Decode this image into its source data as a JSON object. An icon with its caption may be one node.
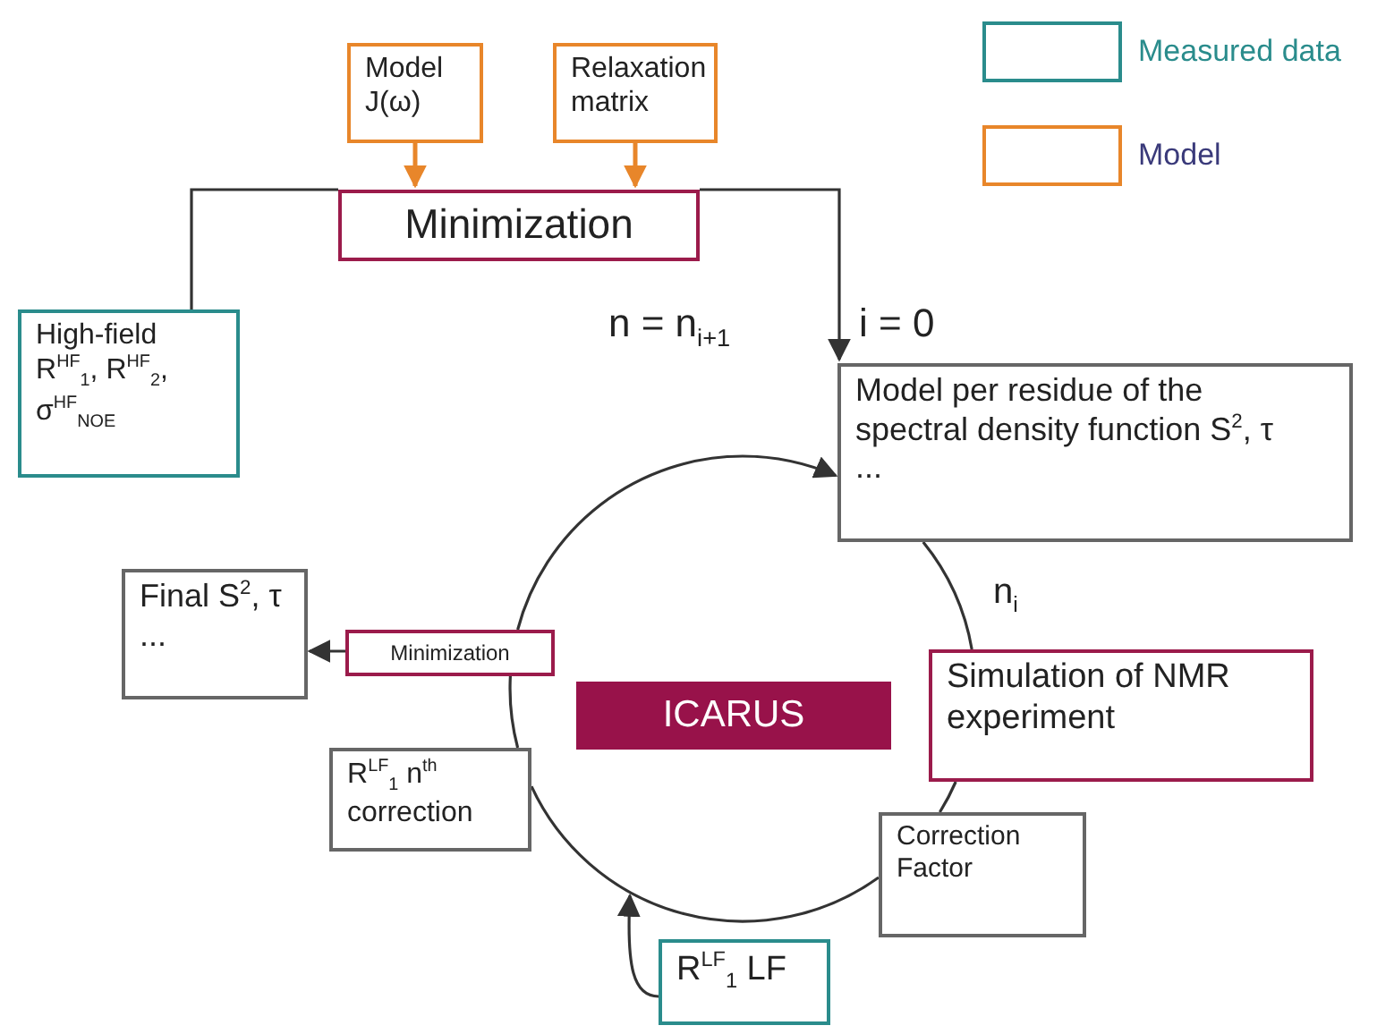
{
  "diagram": {
    "nodes": [
      {
        "text": [
          "Model J(ω)"
        ]
      },
      {
        "text": [
          "Relaxation matrix"
        ]
      },
      {
        "text": [
          "Minimization"
        ]
      },
      {
        "text": [
          "High-field R$^{HF}$$_{1}$, R$^{HF}$$_{2}$, σ$^{HF}$$_{NOE}$"
        ]
      },
      {
        "text": [
          "Model per residue of the spectral density function S$^{2}$, τ ..."
        ]
      },
      {
        "text": [
          "Simulation of NMR experiment"
        ]
      },
      {
        "text": [
          "Correction Factor"
        ]
      },
      {
        "text": [
          "R$^{LF}$$_{1}$ LF"
        ]
      },
      {
        "text": [
          "R$^{LF}$$_{1}$ n$^{th}$ correction"
        ]
      },
      {
        "text": [
          "Minimization"
        ]
      },
      {
        "text": [
          "Final S$^{2}$, τ ..."
        ]
      },
      {
        "text": [
          "ICARUS"
        ]
      }
    ],
    "edges": [
      {
        "from": 0,
        "to": 2,
        "arrow": "to",
        "color": "#e8862a"
      },
      {
        "from": 1,
        "to": 2,
        "arrow": "to",
        "color": "#e8862a"
      },
      {
        "from": 3,
        "to": 2,
        "arrow": "none"
      },
      {
        "from": 2,
        "to": 4,
        "arrow": "to",
        "label": "i = 0"
      },
      {
        "from": 9,
        "to": 4,
        "arrow": "to",
        "label": "n = n$_{i+1}$"
      },
      {
        "from": 4,
        "to": 5,
        "arrow": "none",
        "label": "n$_{i}$"
      },
      {
        "from": 5,
        "to": 6,
        "arrow": "none"
      },
      {
        "from": 6,
        "to": 8,
        "arrow": "none"
      },
      {
        "from": 7,
        "to": null,
        "arrow": "to"
      },
      {
        "from": 8,
        "to": 9,
        "arrow": "none"
      },
      {
        "from": 9,
        "to": 10,
        "arrow": "to"
      }
    ],
    "legend": [
      {
        "text": "Measured data",
        "color": "#2a8c8c"
      },
      {
        "text": "Model",
        "color": "#e8862a"
      }
    ]
  }
}
